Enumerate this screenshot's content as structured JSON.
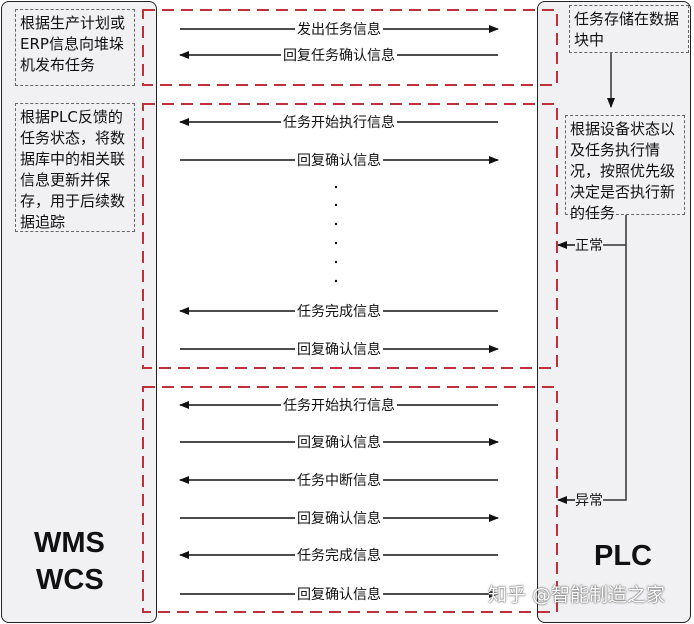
{
  "left_system": {
    "line1": "WMS",
    "line2": "WCS"
  },
  "right_system": {
    "label": "PLC"
  },
  "left_notes": [
    "根据生产计划或ERP信息向堆垛机发布任务",
    "根据PLC反馈的任务状态，将数据库中的相关联信息更新并保存，用于后续数据追踪"
  ],
  "right_notes": [
    "任务存储在数据块中",
    "根据设备状态以及任务执行情况，按照优先级决定是否执行新的任务"
  ],
  "branches": {
    "normal": "正常",
    "abnormal": "异常"
  },
  "messages": [
    {
      "label": "发出任务信息",
      "direction": "right"
    },
    {
      "label": "回复任务确认信息",
      "direction": "left"
    },
    {
      "label": "任务开始执行信息",
      "direction": "left"
    },
    {
      "label": "回复确认信息",
      "direction": "right"
    },
    {
      "label": "任务完成信息",
      "direction": "left"
    },
    {
      "label": "回复确认信息",
      "direction": "right"
    },
    {
      "label": "任务开始执行信息",
      "direction": "left"
    },
    {
      "label": "回复确认信息",
      "direction": "right"
    },
    {
      "label": "任务中断信息",
      "direction": "left"
    },
    {
      "label": "回复确认信息",
      "direction": "right"
    },
    {
      "label": "任务完成信息",
      "direction": "left"
    },
    {
      "label": "回复确认信息",
      "direction": "right"
    }
  ],
  "watermark": "知乎 @智能制造之家",
  "colors": {
    "group_border": "#c0303a",
    "panel": "#f1f1f3"
  }
}
